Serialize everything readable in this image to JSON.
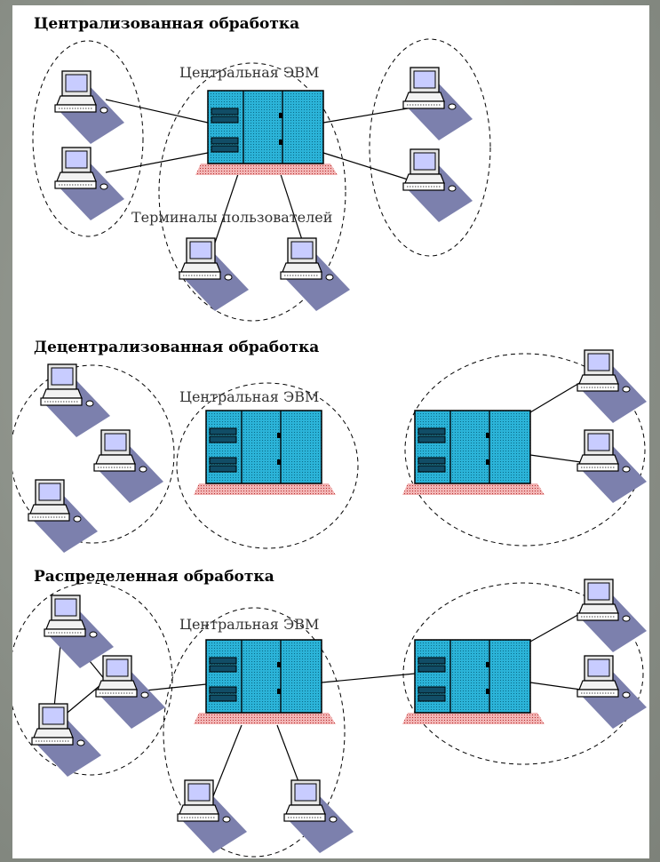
{
  "sections": [
    {
      "title": "Централизованная обработка",
      "host_label": "Центральная ЭВМ",
      "terminals_label": "Терминалы пользователей"
    },
    {
      "title": "Децентрализованная обработка",
      "host_label": "Центральная ЭВМ"
    },
    {
      "title": "Распределенная обработка",
      "host_label": "Центральная ЭВМ"
    }
  ],
  "colors": {
    "mainframe": "#29b1d6",
    "mainframe_base": "#d96a6a",
    "monitor_screen": "#c8d0ff",
    "terminal_shadow": "#7a7fa8",
    "background": "#8b9088"
  },
  "icons": [
    "mainframe-icon",
    "terminal-icon"
  ]
}
